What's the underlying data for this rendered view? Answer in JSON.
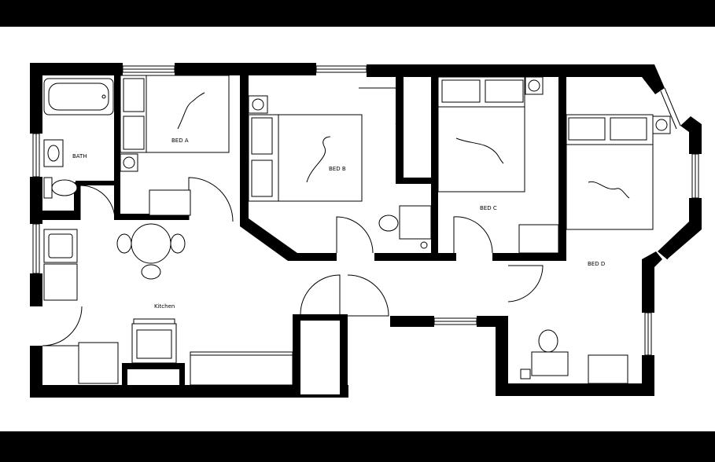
{
  "rooms": {
    "bath": "BATH",
    "bed_a": "BED A",
    "bed_b": "BED B",
    "bed_c": "BED C",
    "bed_d": "BED D",
    "kitchen": "Kitchen"
  },
  "colors": {
    "wall": "#000000",
    "floor": "#ffffff",
    "band": "#000000"
  }
}
